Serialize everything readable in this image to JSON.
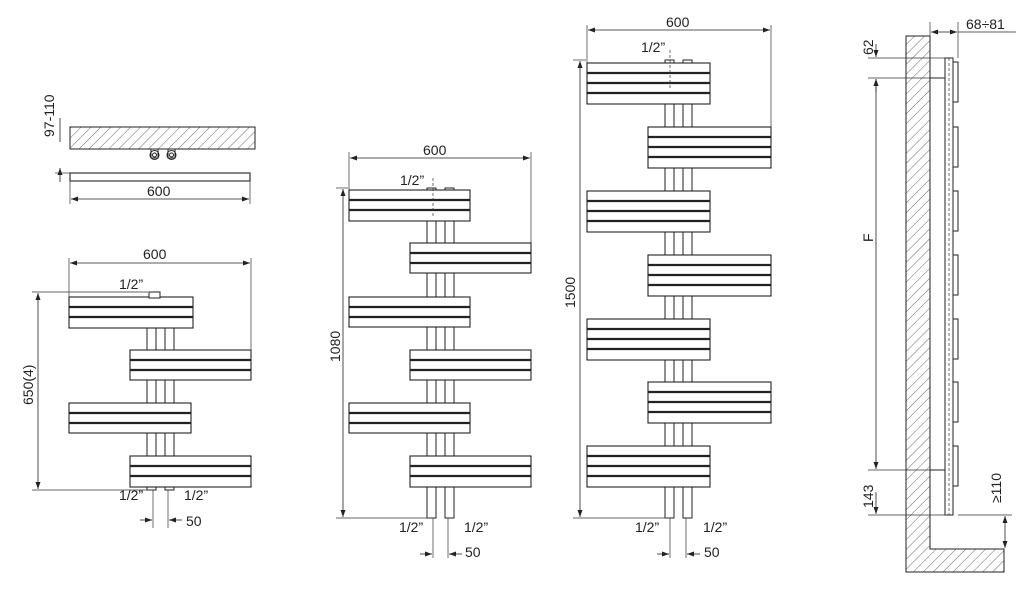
{
  "labels": {
    "small_top_width": "600",
    "small_pipe_spacing": "97-110",
    "small_width": "600",
    "small_height": "650(4)",
    "small_inlet": "1/2”",
    "small_pipe_left": "1/2”",
    "small_pipe_right": "1/2”",
    "small_pipe_dist": "50",
    "medium_width": "600",
    "medium_height": "1080",
    "medium_inlet": "1/2”",
    "medium_pipe_left": "1/2”",
    "medium_pipe_right": "1/2”",
    "medium_pipe_dist": "50",
    "large_width": "600",
    "large_height": "1500",
    "large_inlet": "1/2”",
    "large_pipe_left": "1/2”",
    "large_pipe_right": "1/2”",
    "large_pipe_dist": "50",
    "side_depth": "68÷81",
    "side_top": "62",
    "side_f": "F",
    "side_bottom": "143",
    "side_floor": "≥110"
  }
}
